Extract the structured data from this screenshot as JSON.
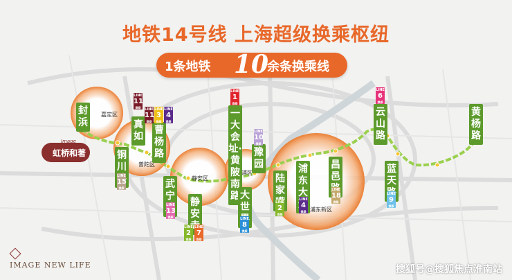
{
  "title": "地铁14号线 上海超级换乘枢纽",
  "subtitle": {
    "left": "1条地铁",
    "number": "10",
    "right": "余条换乘线"
  },
  "stations": [
    {
      "name": "封浜"
    },
    {
      "name": "真如"
    },
    {
      "name": "曹杨路"
    },
    {
      "name": "铜川路"
    },
    {
      "name": "武宁路"
    },
    {
      "name": "静安寺"
    },
    {
      "name": "一大会址·黄陂南路"
    },
    {
      "name": "豫园"
    },
    {
      "name": "大世界"
    },
    {
      "name": "陆家嘴"
    },
    {
      "name": "浦东大道"
    },
    {
      "name": "昌邑路"
    },
    {
      "name": "云山路"
    },
    {
      "name": "蓝天路"
    },
    {
      "name": "黄杨路"
    }
  ],
  "districts": [
    "嘉定区",
    "普陀区",
    "静安区",
    "黄浦区",
    "浦东新区"
  ],
  "lines": {
    "c11": {
      "title": "LINE",
      "num": "11",
      "sub": "换乘",
      "color": "#7a1c2a"
    },
    "c11b": {
      "title": "LINE",
      "num": "11",
      "sub": "换乘",
      "color": "#7a1c2a"
    },
    "c3": {
      "title": "LINE",
      "num": "3",
      "sub": "换乘",
      "color": "#f0c016"
    },
    "c4": {
      "title": "LINE",
      "num": "4",
      "sub": "换乘",
      "color": "#5b2b8c"
    },
    "c15": {
      "title": "LINE",
      "num": "15",
      "sub": "换乘",
      "color": "#b9a58e"
    },
    "c13": {
      "title": "LINE",
      "num": "13",
      "sub": "换乘",
      "color": "#e46ab0"
    },
    "c2a": {
      "title": "LINE",
      "num": "2",
      "sub": "换乘",
      "color": "#86b82b"
    },
    "c7": {
      "title": "LINE",
      "num": "7",
      "sub": "换乘",
      "color": "#e8692a"
    },
    "c1": {
      "title": "LINE",
      "num": "1",
      "sub": "换乘",
      "color": "#e1262d"
    },
    "c10": {
      "title": "LINE",
      "num": "10",
      "sub": "换乘",
      "color": "#b9a1d6"
    },
    "c8": {
      "title": "LINE",
      "num": "8",
      "sub": "换乘",
      "color": "#2b8fd8"
    },
    "c2b": {
      "title": "LINE",
      "num": "2",
      "sub": "换乘",
      "color": "#86b82b"
    },
    "c4b": {
      "title": "LINE",
      "num": "4",
      "sub": "换乘",
      "color": "#5b2b8c"
    },
    "c18": {
      "title": "LINE",
      "num": "18",
      "sub": "换乘",
      "color": "#c5a86b"
    },
    "c6": {
      "title": "LINE",
      "num": "6",
      "sub": "换乘",
      "color": "#e8327a"
    },
    "c9": {
      "title": "LINE",
      "num": "9",
      "sub": "换乘",
      "color": "#6ec1e8"
    }
  },
  "logo": {
    "text": "虹桥和著",
    "script": "Image"
  },
  "brand": "IMAGE NEW LIFE",
  "watermark": "搜狐号@搜狐焦点淮南站",
  "colors": {
    "accent": "#e8682a",
    "line14": "#5c9a2c",
    "bubble": "#ef8a3c"
  }
}
